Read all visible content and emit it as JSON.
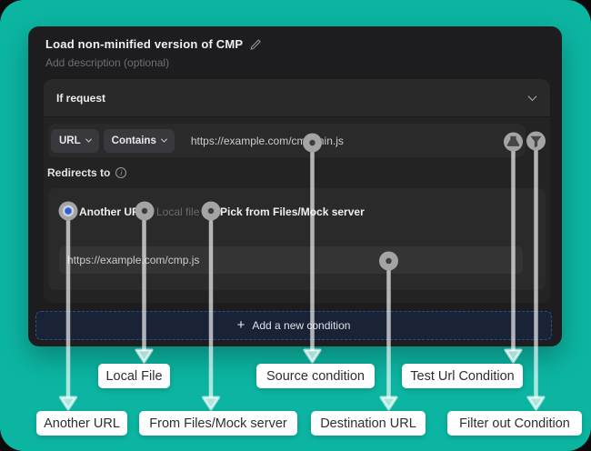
{
  "colors": {
    "background": "#0cb5a2",
    "panel": "#1d1d1f",
    "accent_blue": "#2f62d8",
    "arrow": "rgba(255,255,255,0.66)",
    "anchor_gray": "#a4a4a4",
    "button_bg": "#1a2335",
    "button_border": "#2d4b8c",
    "label_bg": "#ffffff"
  },
  "rule": {
    "title": "Load non-minified version of CMP",
    "description_placeholder": "Add description (optional)",
    "condition_header": "If request",
    "source": {
      "key": "URL",
      "operator": "Contains",
      "value": "https://example.com/cmp.min.js"
    },
    "redirects_label": "Redirects to",
    "redirect_options": [
      {
        "label": "Another URL",
        "selected": true
      },
      {
        "label": "Local file",
        "selected": false
      },
      {
        "label": "Pick from Files/Mock server",
        "selected": false
      }
    ],
    "destination_value": "https://example.com/cmp.js",
    "add_condition": {
      "icon": "+",
      "label": "Add a new condition"
    }
  },
  "icons": {
    "edit": "edit-pencil",
    "collapse": "chevron-down",
    "dropdown": "chevron-down",
    "info_glyph": "i",
    "test": "flask",
    "filter": "funnel"
  },
  "annotations": {
    "local_file": "Local File",
    "source_condition": "Source condition",
    "test_url_condition": "Test Url Condition",
    "another_url": "Another URL",
    "from_files_mock_server": "From Files/Mock server",
    "destination_url": "Destination URL",
    "filter_out_condition": "Filter out Condition"
  }
}
